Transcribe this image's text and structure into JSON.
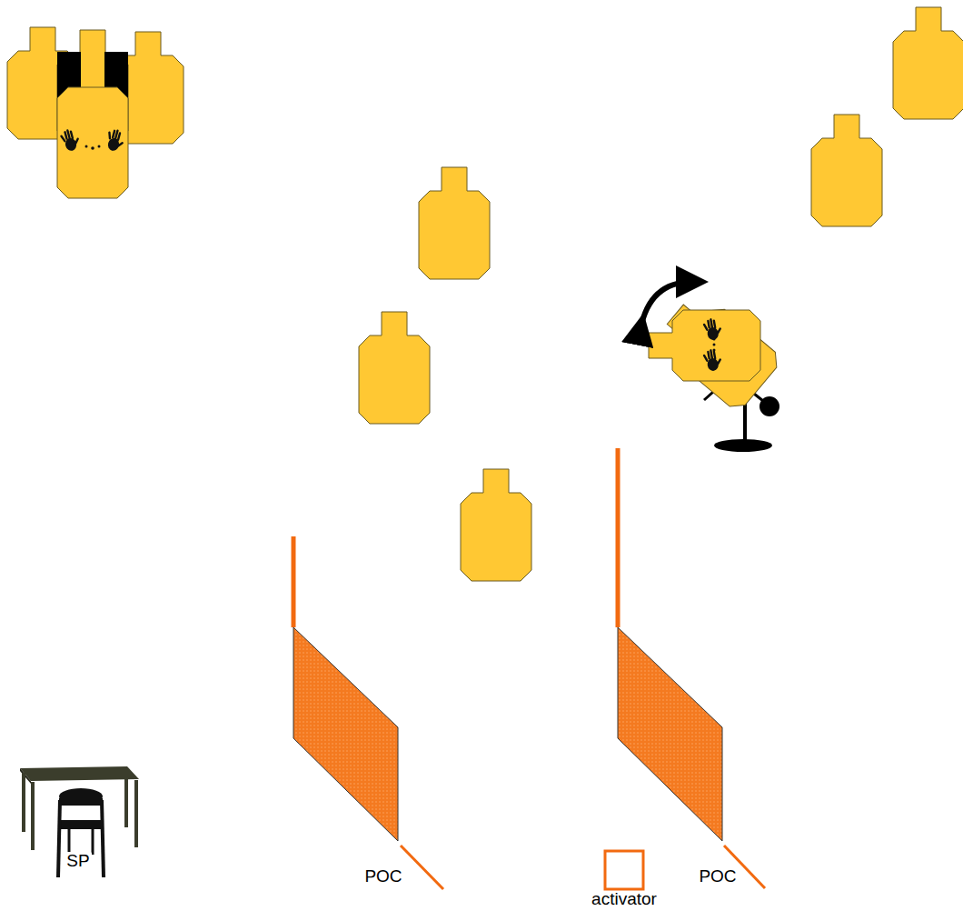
{
  "diagram": {
    "labels": [
      "SP",
      "POC",
      "activator",
      "POC"
    ]
  }
}
